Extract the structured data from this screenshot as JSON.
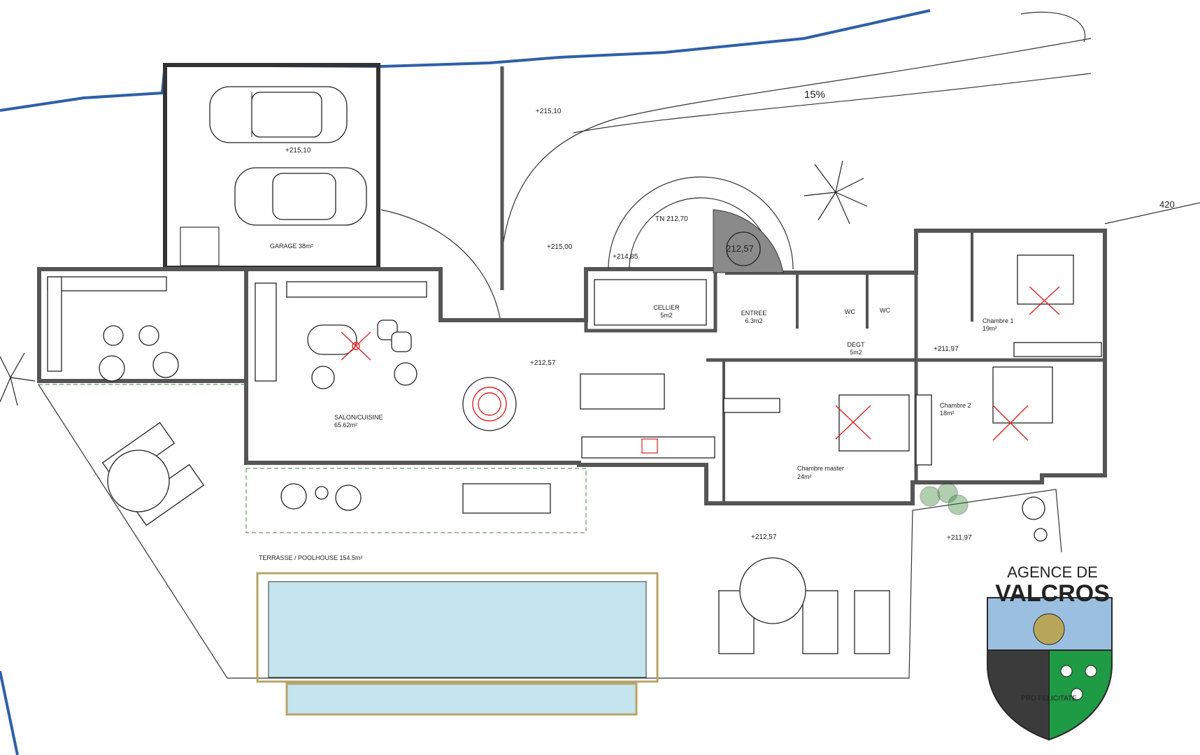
{
  "plan": {
    "slope": "15%",
    "contour": "420",
    "rooms": {
      "garage": {
        "name": "GARAGE 38m²"
      },
      "salon": {
        "name": "SALON/CUISINE",
        "area": "65.62m²"
      },
      "cellier": {
        "name": "CELLIER",
        "area": "5m2"
      },
      "entree": {
        "name": "ENTREE",
        "area": "6.3m2"
      },
      "wc1": {
        "name": "WC"
      },
      "wc2": {
        "name": "WC"
      },
      "degt": {
        "name": "DEGT",
        "area": "5m2"
      },
      "chambre1": {
        "name": "Chambre 1",
        "area": "19m²"
      },
      "chambre2": {
        "name": "Chambre 2",
        "area": "18m²"
      },
      "master": {
        "name": "Chambre master",
        "area": "24m²"
      },
      "terrasse": {
        "name": "TERRASSE / POOLHOUSE 154.5m²"
      }
    },
    "elevations": {
      "garage": "+215,10",
      "drive_top": "+215,10",
      "drive_mid": "+215,00",
      "stair_top": "TN 212,70",
      "stair_base": "+214,85",
      "stair_landing": "212,57",
      "salon": "+212,57",
      "degt": "+211,97",
      "terrace": "+212,57",
      "garden": "+211,97"
    }
  },
  "logo": {
    "line1": "AGENCE DE",
    "line2": "VALCROS",
    "motto": "PRO FELICITATE",
    "colors": {
      "green": "#1f9a45",
      "dark": "#3b3b3b",
      "blue": "#9bbfe0",
      "gold": "#b8a65a",
      "outline": "#2a2a2a"
    }
  },
  "colors": {
    "boundary": "#2e5fa8",
    "pool": "#c4e4ee",
    "wall": "#8a8a8a",
    "fan": "#d22222",
    "hedge": "#3a8a3a"
  }
}
